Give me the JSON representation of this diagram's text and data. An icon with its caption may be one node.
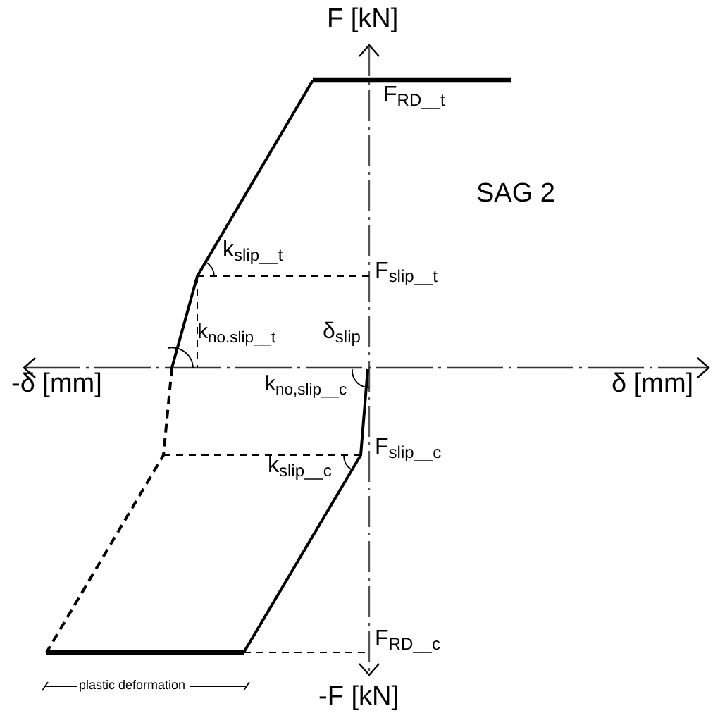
{
  "diagram": {
    "labels": [
      "F [kN]",
      "F$_{RD__t}$",
      "SAG 2",
      "k$_{slip__t}$",
      "F$_{slip__t}$",
      "k$_{no.slip__t}$",
      "δ$_{slip}$",
      "-δ [mm]",
      "δ [mm]",
      "k$_{no,slip__c}$",
      "F$_{slip__c}$",
      "k$_{slip__c}$",
      "F$_{RD__c}$",
      "plastic deformation",
      "-F [kN]"
    ]
  }
}
